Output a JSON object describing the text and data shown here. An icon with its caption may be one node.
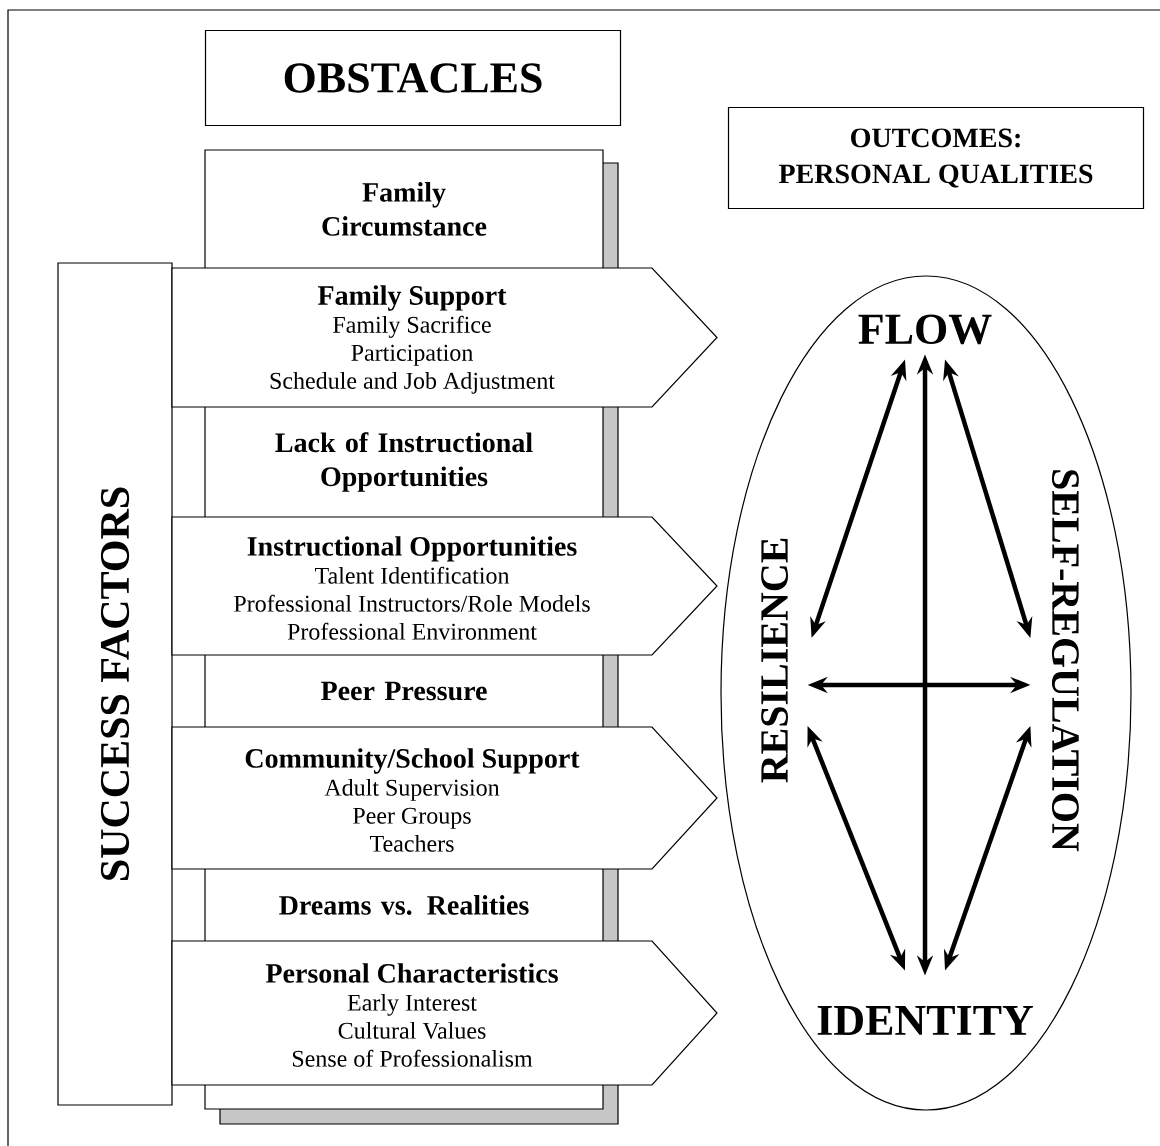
{
  "diagram": {
    "nodes": [
      {
        "text": [
          "OBSTACLES"
        ]
      },
      {
        "text": [
          "OUTCOMES:",
          "PERSONAL QUALITIES"
        ]
      },
      {
        "text": [
          "Family Circumstance"
        ]
      },
      {
        "text": [
          "SUCCESS FACTORS"
        ]
      },
      {
        "text": [
          "Family Support",
          "Family Sacrifice",
          "Participation",
          "Schedule and Job Adjustment"
        ]
      },
      {
        "text": [],
        "shape": "ellipse"
      },
      {
        "text": [
          "FLOW"
        ],
        "in": 5
      },
      {
        "text": [
          "Lack of Instructional Opportunities"
        ]
      },
      {
        "text": [
          "Instructional Opportunities",
          "Talent Identification",
          "Professional Instructors/Role Models",
          "Professional Environment"
        ]
      },
      {
        "text": [
          "RESILIENCE"
        ],
        "in": 5
      },
      {
        "text": [
          "SELF-REGULATION"
        ],
        "in": 5
      },
      {
        "text": [
          "Peer Pressure"
        ]
      },
      {
        "text": [
          "Community/School Support",
          "Adult Supervision",
          "Peer Groups",
          "Teachers"
        ]
      },
      {
        "text": [
          "Dreams vs. Realities"
        ]
      },
      {
        "text": [
          "Personal Characteristics",
          "Early Interest",
          "Cultural Values",
          "Sense of Professionalism"
        ]
      },
      {
        "text": [
          "IDENTITY"
        ],
        "in": 5
      }
    ],
    "edges": [
      {
        "from": 6,
        "to": 15,
        "arrow": "both"
      },
      {
        "from": 6,
        "to": 9,
        "arrow": "both"
      },
      {
        "from": 6,
        "to": 10,
        "arrow": "both"
      },
      {
        "from": 9,
        "to": 10,
        "arrow": "both"
      },
      {
        "from": 9,
        "to": 15,
        "arrow": "both"
      },
      {
        "from": 10,
        "to": 15,
        "arrow": "both"
      }
    ]
  }
}
